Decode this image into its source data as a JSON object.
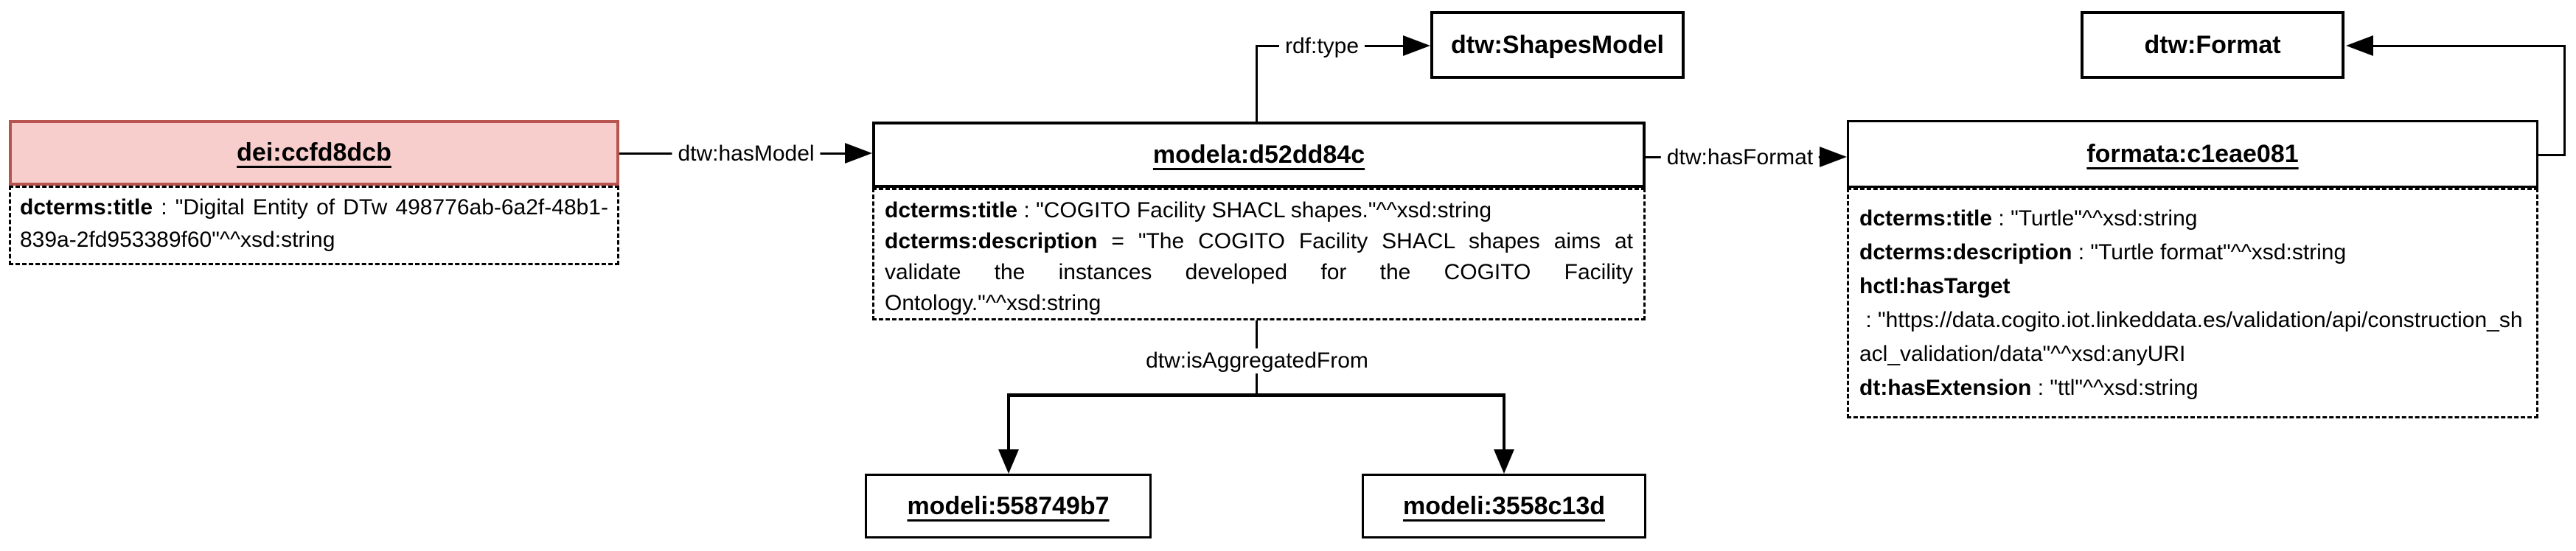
{
  "diagram": {
    "colors": {
      "highlight_fill": "#f8cecc",
      "highlight_stroke": "#b85450",
      "stroke": "#000000",
      "background": "#ffffff"
    },
    "nodes": {
      "dei": {
        "title": "dei:ccfd8dcb",
        "properties": [
          {
            "key": "dcterms:title",
            "sep": " : ",
            "value": "\"Digital Entity of DTw 498776ab-6a2f-48b1-839a-2fd953389f60\"^^xsd:string"
          }
        ]
      },
      "modela": {
        "title": "modela:d52dd84c",
        "properties": [
          {
            "key": "dcterms:title",
            "sep": " : ",
            "value": "\"COGITO Facility SHACL shapes.\"^^xsd:string"
          },
          {
            "key": "dcterms:description",
            "sep": " = ",
            "value": "\"The COGITO Facility SHACL shapes aims at validate the instances developed for the COGITO Facility Ontology.\"^^xsd:string"
          }
        ]
      },
      "shapes_model": {
        "title": "dtw:ShapesModel"
      },
      "format_class": {
        "title": "dtw:Format"
      },
      "formata": {
        "title": "formata:c1eae081",
        "properties": [
          {
            "key": "dcterms:title",
            "sep": " : ",
            "value": "\"Turtle\"^^xsd:string"
          },
          {
            "key": "dcterms:description",
            "sep": " : ",
            "value": "\"Turtle format\"^^xsd:string"
          },
          {
            "key": "hctl:hasTarget",
            "sep": " : ",
            "value": "\"https://data.cogito.iot.linkeddata.es/validation/api/construction_shacl_validation/data\"^^xsd:anyURI"
          },
          {
            "key": "dt:hasExtension",
            "sep": " : ",
            "value": "\"ttl\"^^xsd:string"
          }
        ]
      },
      "modeli_1": {
        "title": "modeli:558749b7"
      },
      "modeli_2": {
        "title": "modeli:3558c13d"
      }
    },
    "edges": {
      "has_model": {
        "label": "dtw:hasModel"
      },
      "rdf_type": {
        "label": "rdf:type"
      },
      "has_format": {
        "label": "dtw:hasFormat"
      },
      "is_aggregated_from": {
        "label": "dtw:isAggregatedFrom"
      }
    }
  }
}
